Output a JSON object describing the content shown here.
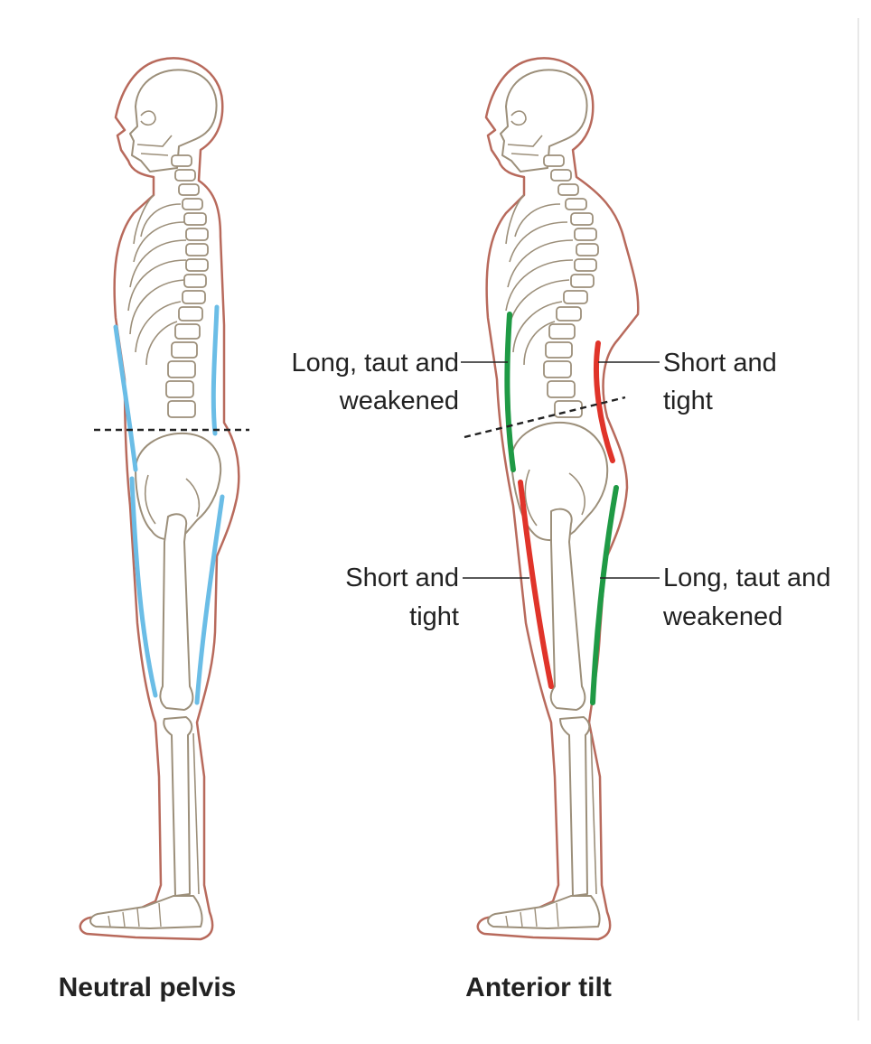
{
  "colors": {
    "outline": "#b86a5c",
    "bone": "#9c8f7a",
    "neutral_muscle": "#6bbde6",
    "long_weak": "#1f9a45",
    "short_tight": "#e0342a",
    "text": "#222222",
    "pelvis_line": "#222222"
  },
  "figures": [
    {
      "id": "neutral",
      "caption": "Neutral pelvis"
    },
    {
      "id": "anterior",
      "caption": "Anterior tilt",
      "labels": {
        "abdominals": [
          "Long, taut and",
          "weakened"
        ],
        "lumbar_extensors": [
          "Short and",
          "tight"
        ],
        "hip_flexors": [
          "Short and",
          "tight"
        ],
        "hamstrings": [
          "Long, taut and",
          "weakened"
        ]
      }
    }
  ]
}
